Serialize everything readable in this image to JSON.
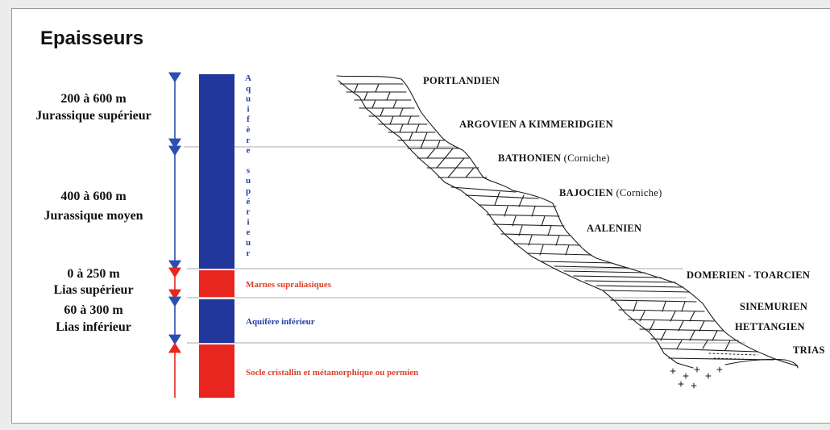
{
  "title": "Epaisseurs",
  "colors": {
    "aquifer_blue": "#21379b",
    "marl_red": "#e8251f",
    "arrow_blue": "#2a4fb0",
    "arrow_red": "#e8251f",
    "text_blue": "#2a3fa8",
    "text_red": "#e0402a"
  },
  "thickness_labels": [
    {
      "range": "200 à 600 m",
      "unit": "Jurassique supérieur"
    },
    {
      "range": "400 à 600 m",
      "unit": "Jurassique moyen"
    },
    {
      "range": "0 à 250 m",
      "unit": "Lias supérieur"
    },
    {
      "range": "60 à 300 m",
      "unit": "Lias inférieur"
    }
  ],
  "column_labels": {
    "aquifer_upper_letters": [
      "A",
      "q",
      "u",
      "i",
      "f",
      "è",
      "r",
      "e",
      "",
      "s",
      "u",
      "p",
      "é",
      "r",
      "i",
      "e",
      "u",
      "r"
    ],
    "marnes": "Marnes supraliasiques",
    "aquifer_lower": "Aquifère inférieur",
    "socle": "Socle cristallin et métamorphique ou permien"
  },
  "stratigraphy": [
    {
      "name": "PORTLANDIEN"
    },
    {
      "name": "ARGOVIEN A KIMMERIDGIEN"
    },
    {
      "name": "BATHONIEN",
      "note": "(Corniche)"
    },
    {
      "name": "BAJOCIEN",
      "note": "(Corniche)"
    },
    {
      "name": "AALENIEN"
    },
    {
      "name": "DOMERIEN - TOARCIEN"
    },
    {
      "name": "SINEMURIEN"
    },
    {
      "name": "HETTANGIEN"
    },
    {
      "name": "TRIAS"
    }
  ]
}
